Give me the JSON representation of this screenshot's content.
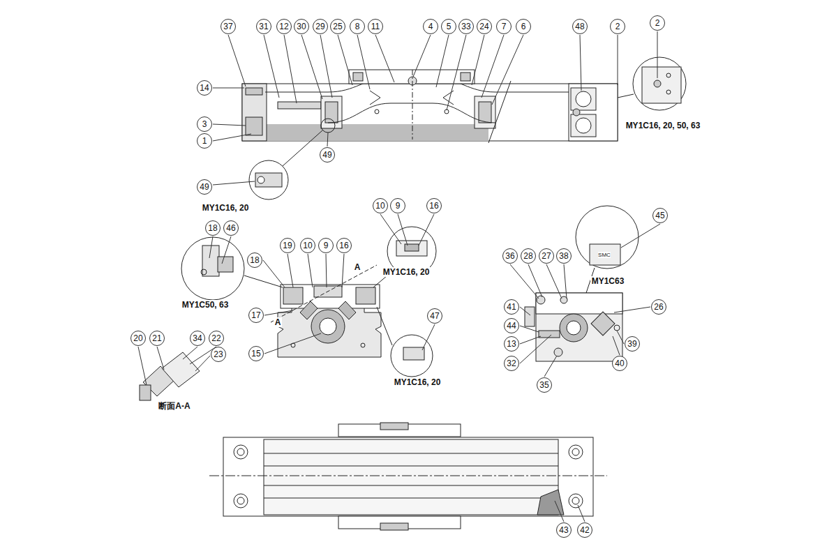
{
  "diagram": {
    "labels": [
      "37",
      "31",
      "12",
      "30",
      "29",
      "25",
      "8",
      "11",
      "4",
      "5",
      "33",
      "24",
      "7",
      "6",
      "48",
      "2",
      "2",
      "14",
      "3",
      "1",
      "49",
      "49",
      "MY1C16, 20",
      "MY1C16, 20, 50, 63",
      "18",
      "46",
      "19",
      "10",
      "9",
      "16",
      "10",
      "9",
      "16",
      "MY1C16, 20",
      "18",
      "17",
      "15",
      "47",
      "MY1C16, 20",
      "MY1C50, 63",
      "A",
      "A",
      "20",
      "21",
      "34",
      "22",
      "23",
      "断面A-A",
      "45",
      "SMC",
      "MY1C63",
      "36",
      "28",
      "27",
      "38",
      "26",
      "41",
      "44",
      "13",
      "32",
      "39",
      "40",
      "35",
      "43",
      "42"
    ]
  }
}
